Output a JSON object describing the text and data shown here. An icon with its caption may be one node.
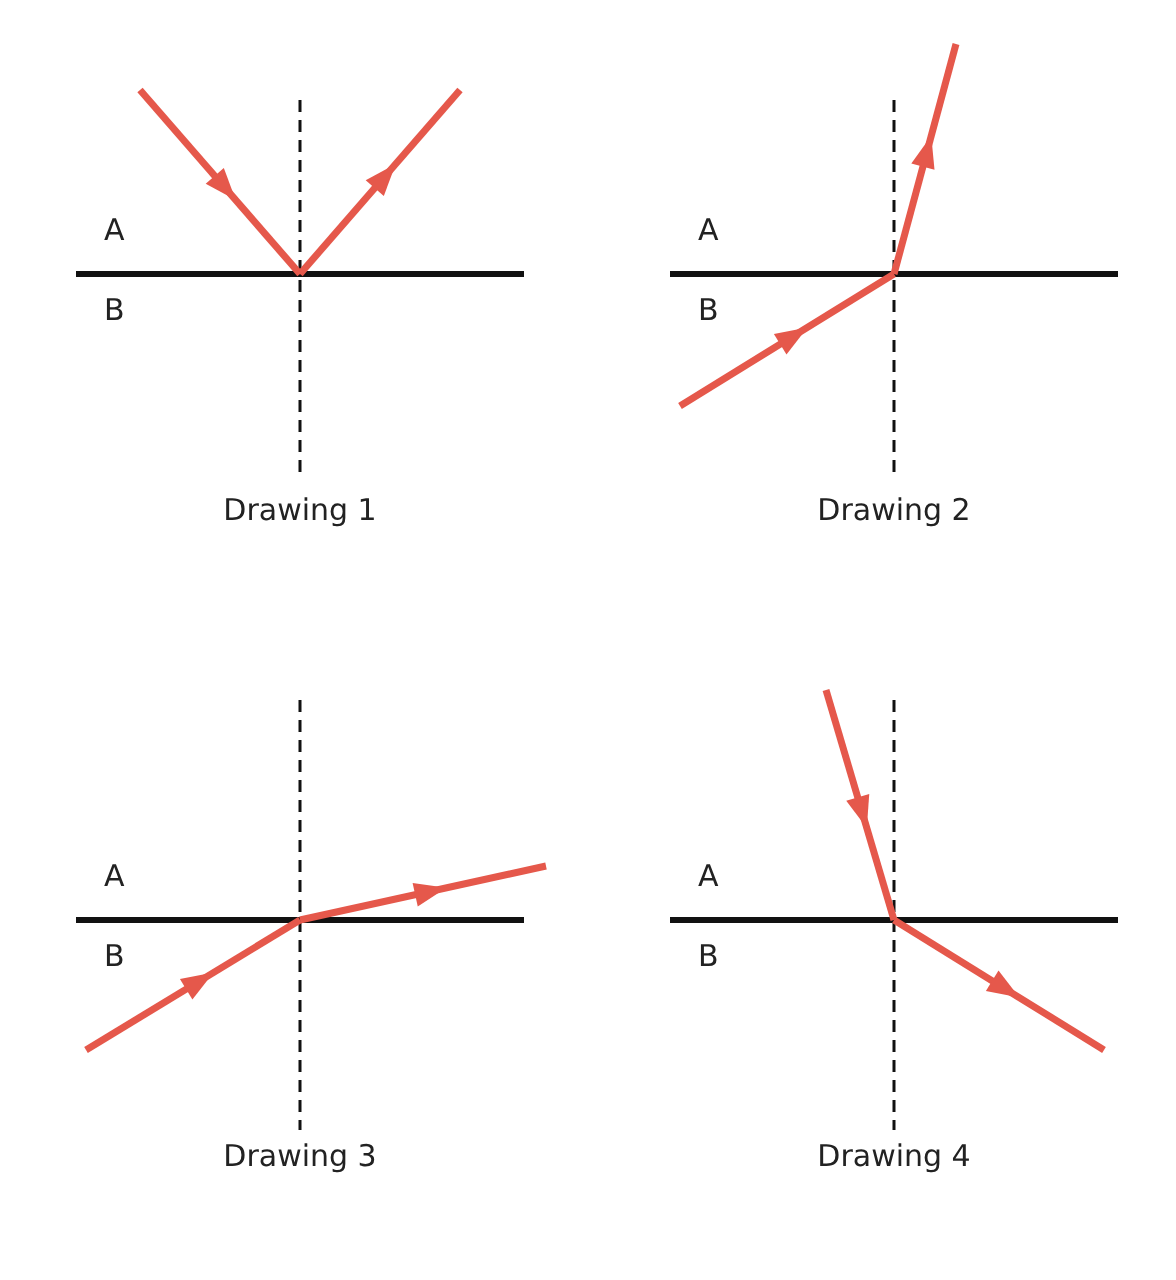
{
  "diagram": {
    "labels": [
      "A",
      "B",
      "Drawing 1",
      "A",
      "B",
      "Drawing 2",
      "A",
      "B",
      "Drawing 3",
      "A",
      "B",
      "Drawing 4"
    ]
  }
}
